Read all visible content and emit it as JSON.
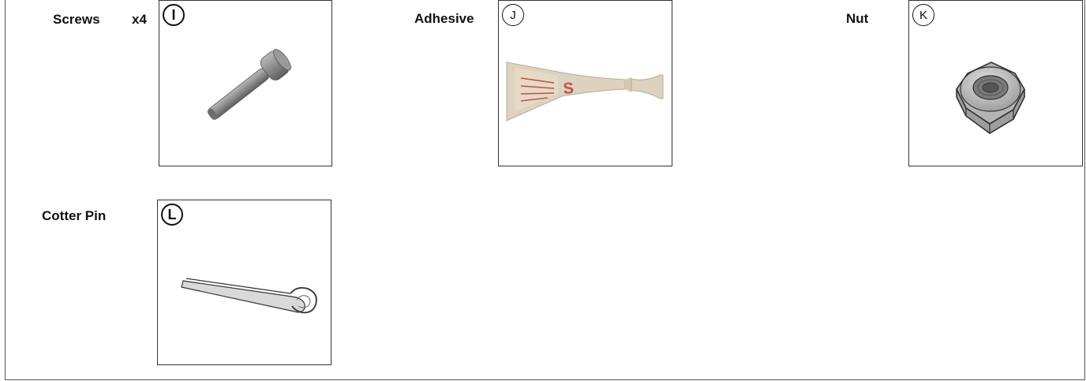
{
  "parts": [
    {
      "name": "Screws",
      "qty": "x4",
      "badge": "I",
      "icon": "screw-icon"
    },
    {
      "name": "Adhesive",
      "badge": "J",
      "icon": "adhesive-tube-icon"
    },
    {
      "name": "Nut",
      "badge": "K",
      "icon": "hex-nut-icon"
    },
    {
      "name": "Cotter Pin",
      "badge": "L",
      "icon": "cotter-pin-icon"
    }
  ],
  "colors": {
    "border": "#333333",
    "text": "#111111",
    "metal": "#8a8a8a",
    "tube": "#ddd2bd",
    "tube_print": "#c0504d"
  }
}
